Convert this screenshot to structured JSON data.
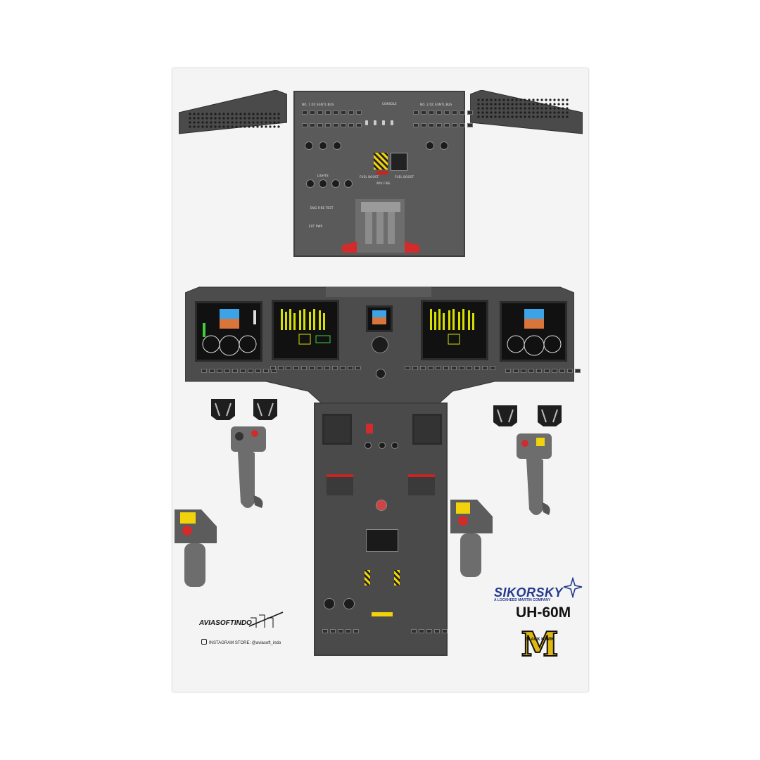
{
  "branding": {
    "manufacturer": "SIKORSKY",
    "manufacturer_sub": "A LOCKHEED MARTIN COMPANY",
    "model": "UH-60M",
    "badge_text": "BLACK HAWK",
    "badge_letter": "M",
    "publisher": "AVIASOFTINDO",
    "instagram": "INSTAGRAM STORE: @aviasoft_indo"
  },
  "overhead": {
    "left_bus_label": "NO. 1 DC ESNTL BUS",
    "right_bus_label": "NO. 2 DC ESNTL BUS",
    "center_label": "CONSOLE",
    "apu_label": "APU FIRE",
    "lights_label": "LIGHTS",
    "fuel_boost_left": "FUEL BOOST",
    "fuel_boost_right": "FUEL BOOST",
    "fire_test_label": "ENG FIRE TEST",
    "ext_pwr": "EXT PWR"
  },
  "colors": {
    "panel": "#5a5a5a",
    "panel_dark": "#4a4a4a",
    "screen": "#111111",
    "attitude_sky": "#3ba3e6",
    "attitude_ground": "#d9743b",
    "engine_bar": "#d8e000",
    "warning": "#d12b2b",
    "hazard": "#f2d20a",
    "brand_blue": "#233a8f"
  },
  "icons": {
    "instagram": "instagram-icon",
    "aviasoft_logo": "aviasoft-logo-icon",
    "sikorsky_star": "sikorsky-star-icon"
  }
}
